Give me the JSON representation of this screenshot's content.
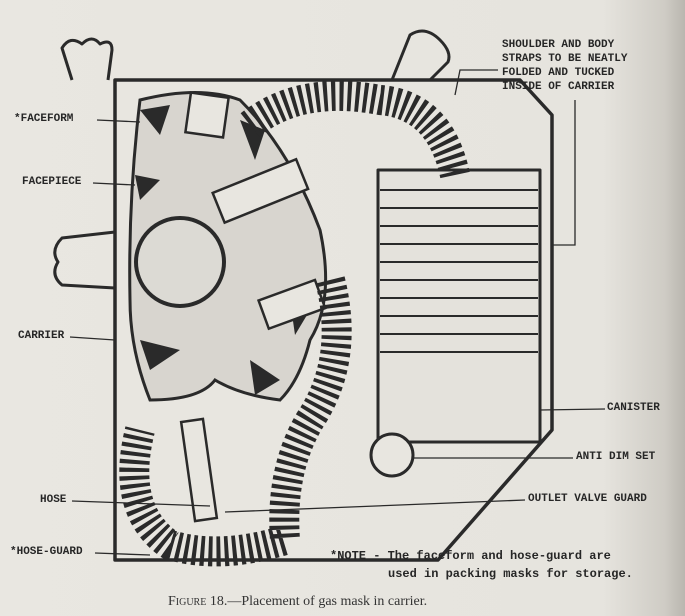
{
  "figure": {
    "caption_prefix": "Figure 18.",
    "caption_text": "—Placement of gas mask in carrier."
  },
  "labels": {
    "straps_note": [
      "SHOULDER AND BODY",
      "STRAPS TO BE NEATLY",
      "FOLDED AND TUCKED",
      "INSIDE OF CARRIER"
    ],
    "faceform": "*FACEFORM",
    "facepiece": "FACEPIECE",
    "carrier": "CARRIER",
    "hose": "HOSE",
    "hose_guard": "*HOSE-GUARD",
    "canister": "CANISTER",
    "anti_dim_set": "ANTI DIM SET",
    "outlet_valve_guard": "OUTLET VALVE GUARD"
  },
  "note": {
    "line1": "*NOTE - The faceform and hose-guard are",
    "line2": "used in packing masks for storage."
  }
}
